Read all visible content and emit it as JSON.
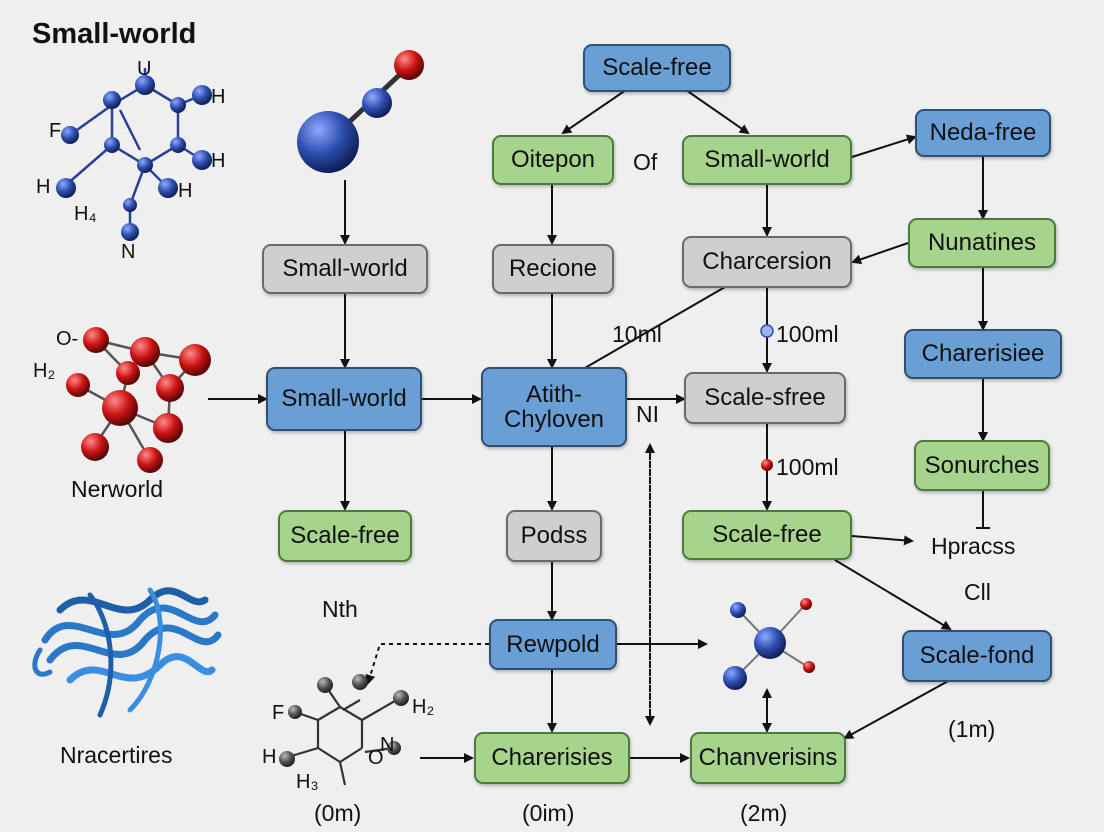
{
  "title": "Small-world",
  "nodes": {
    "top_scale_free": "Scale-free",
    "oitepon": "Oitepon",
    "top_small_world": "Small-world",
    "neda_free": "Neda-free",
    "small_world_gray": "Small-world",
    "recione": "Recione",
    "charcersion": "Charcersion",
    "nunatines": "Nunatines",
    "small_world_blue": "Small-world",
    "atith_chyloven": "Atith-Chyloven",
    "scale_sfree": "Scale-sfree",
    "charerisiee": "Charerisiee",
    "scale_free_left": "Scale-free",
    "podss": "Podss",
    "scale_free_mid": "Scale-free",
    "sonurches": "Sonurches",
    "rewpold": "Rewpold",
    "scale_fond": "Scale-fond",
    "charerisies": "Charerisies",
    "chanverisins": "Chanverisins"
  },
  "labels": {
    "of": "Of",
    "ml_10": "10ml",
    "ml_100_a": "100ml",
    "ml_100_b": "100ml",
    "ni": "NI",
    "hpracss": "Hpracss",
    "cll": "Cll",
    "nth": "Nth",
    "m_1": "(1m)",
    "m_0": "(0m)",
    "m_0i": "(0im)",
    "m_2": "(2m)",
    "nerworld": "Nerworld",
    "nracertires": "Nracertires"
  },
  "atom_labels": {
    "top_u": "U",
    "top_h1": "H",
    "top_f": "F",
    "top_h2": "H",
    "top_h3": "H",
    "top_h4": "H",
    "top_h4sub": "H₄",
    "top_n": "N",
    "red_o": "O-",
    "red_h2": "H₂",
    "bot_f": "F",
    "bot_h2": "H₂",
    "bot_n": "N",
    "bot_h": "H",
    "bot_o": "O",
    "bot_h3": "H₃"
  },
  "colors": {
    "blue_node": "#6a9fd6",
    "green_node": "#a7d48c",
    "gray_node": "#cfcfcf",
    "atom_blue": "#2e4fb0",
    "atom_red": "#cc1414",
    "atom_gray": "#555555",
    "ribbon_blue": "#2a78c8"
  }
}
